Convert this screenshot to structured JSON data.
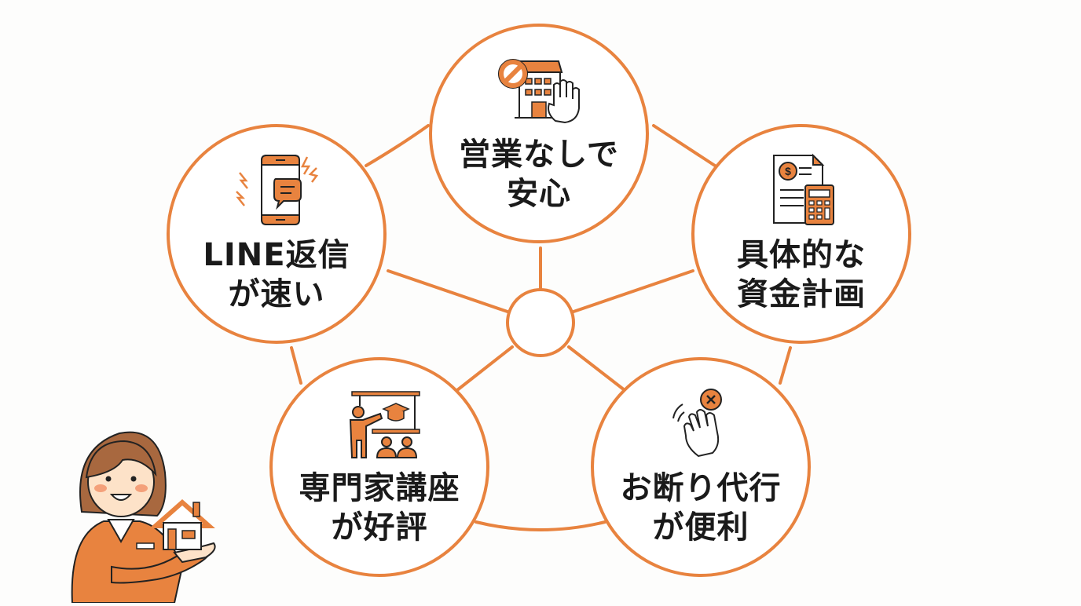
{
  "diagram": {
    "type": "hub-and-spoke",
    "accent_color": "#e8833f",
    "text_color": "#1a1a1a",
    "background_color": "#fdfdfc",
    "center_hub": {
      "label": ""
    },
    "nodes": [
      {
        "id": "top",
        "icon": "no-sales-building-stop-hand-icon",
        "line1": "営業なしで",
        "line2": "安心"
      },
      {
        "id": "left",
        "icon": "smartphone-chat-notification-icon",
        "line1": "LINE返信",
        "line2": "が速い"
      },
      {
        "id": "right",
        "icon": "document-dollar-calculator-icon",
        "line1": "具体的な",
        "line2": "資金計画"
      },
      {
        "id": "bottom-left",
        "icon": "lecturer-graduation-audience-icon",
        "line1": "専門家講座",
        "line2": "が好評"
      },
      {
        "id": "bottom-right",
        "icon": "waving-hand-decline-icon",
        "line1": "お断り代行",
        "line2": "が便利"
      }
    ],
    "mascot": {
      "icon": "agent-holding-house-illustration"
    }
  }
}
